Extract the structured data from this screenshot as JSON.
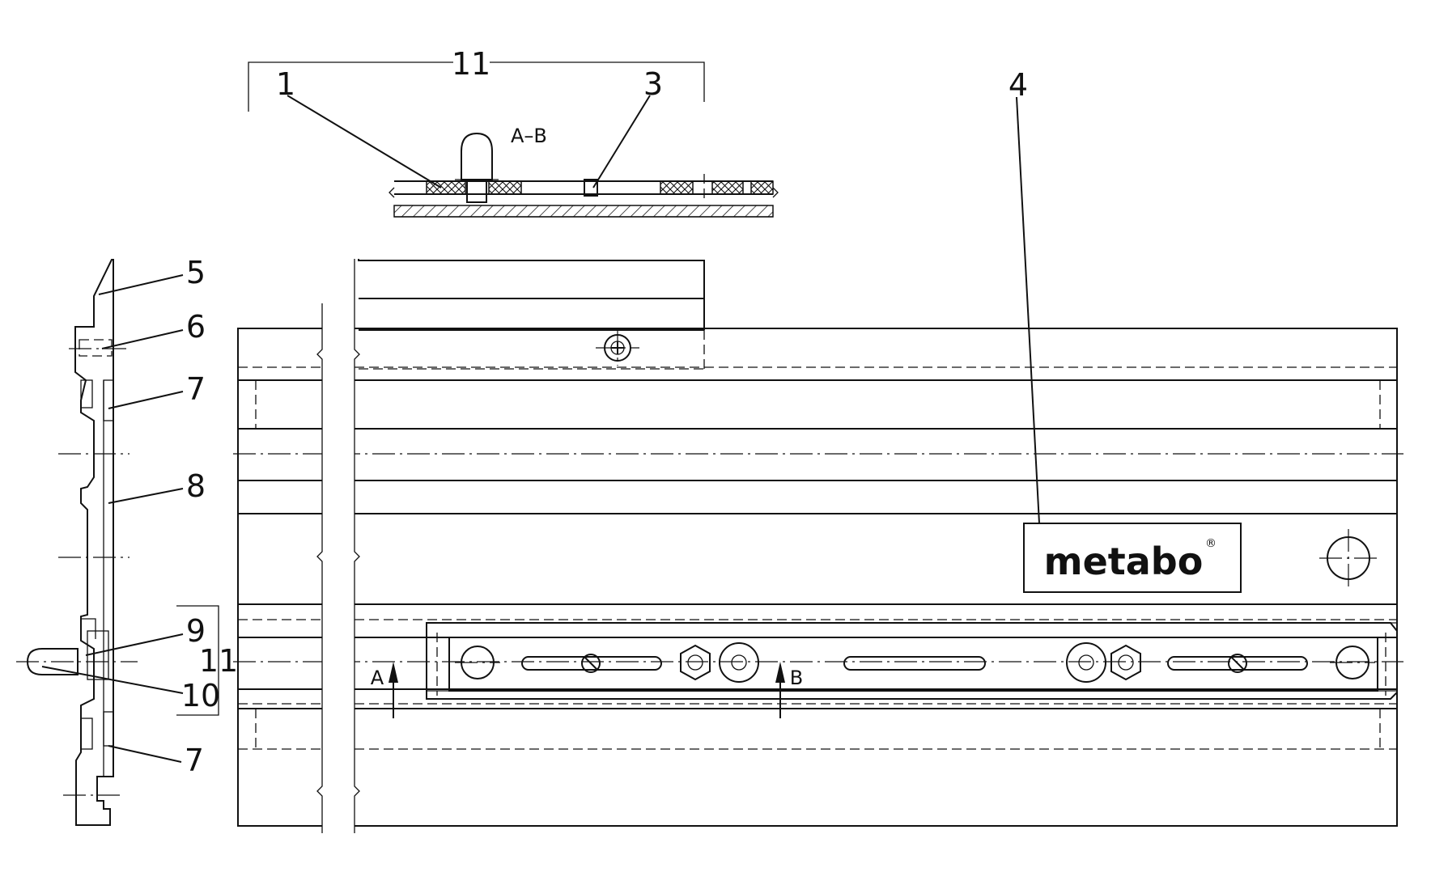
{
  "callouts": {
    "c1": "1",
    "c3": "3",
    "c4": "4",
    "c5": "5",
    "c6": "6",
    "c7a": "7",
    "c7b": "7",
    "c8": "8",
    "c9": "9",
    "c10": "10",
    "c11_top": "11",
    "c11_side": "11"
  },
  "section_label": "A–B",
  "view_marks": {
    "a": "A",
    "b": "B"
  },
  "logo": {
    "text": "metabo",
    "registered": "®"
  }
}
